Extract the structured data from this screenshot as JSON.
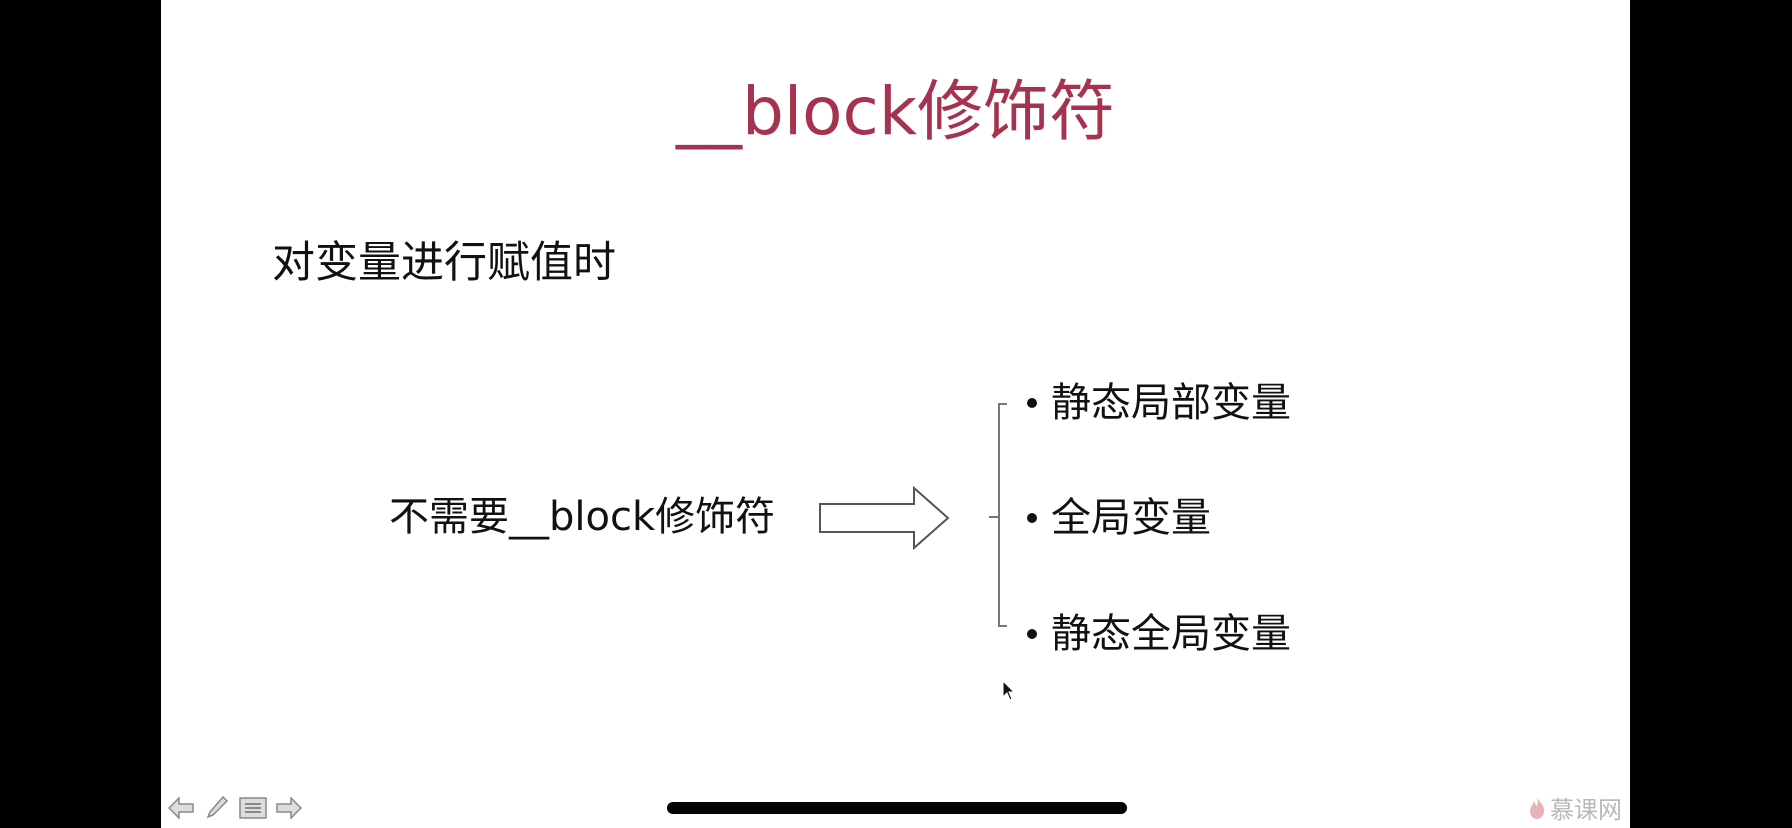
{
  "slide": {
    "title": "__block修饰符",
    "subtitle": "对变量进行赋值时",
    "left_label": "不需要__block修饰符",
    "bullets": [
      "静态局部变量",
      "全局变量",
      "静态全局变量"
    ],
    "title_color": "#a5334f"
  },
  "controls": {
    "icons": [
      "back-arrow-icon",
      "pen-icon",
      "menu-icon",
      "forward-arrow-icon"
    ]
  },
  "logo": {
    "text": "慕课网"
  }
}
